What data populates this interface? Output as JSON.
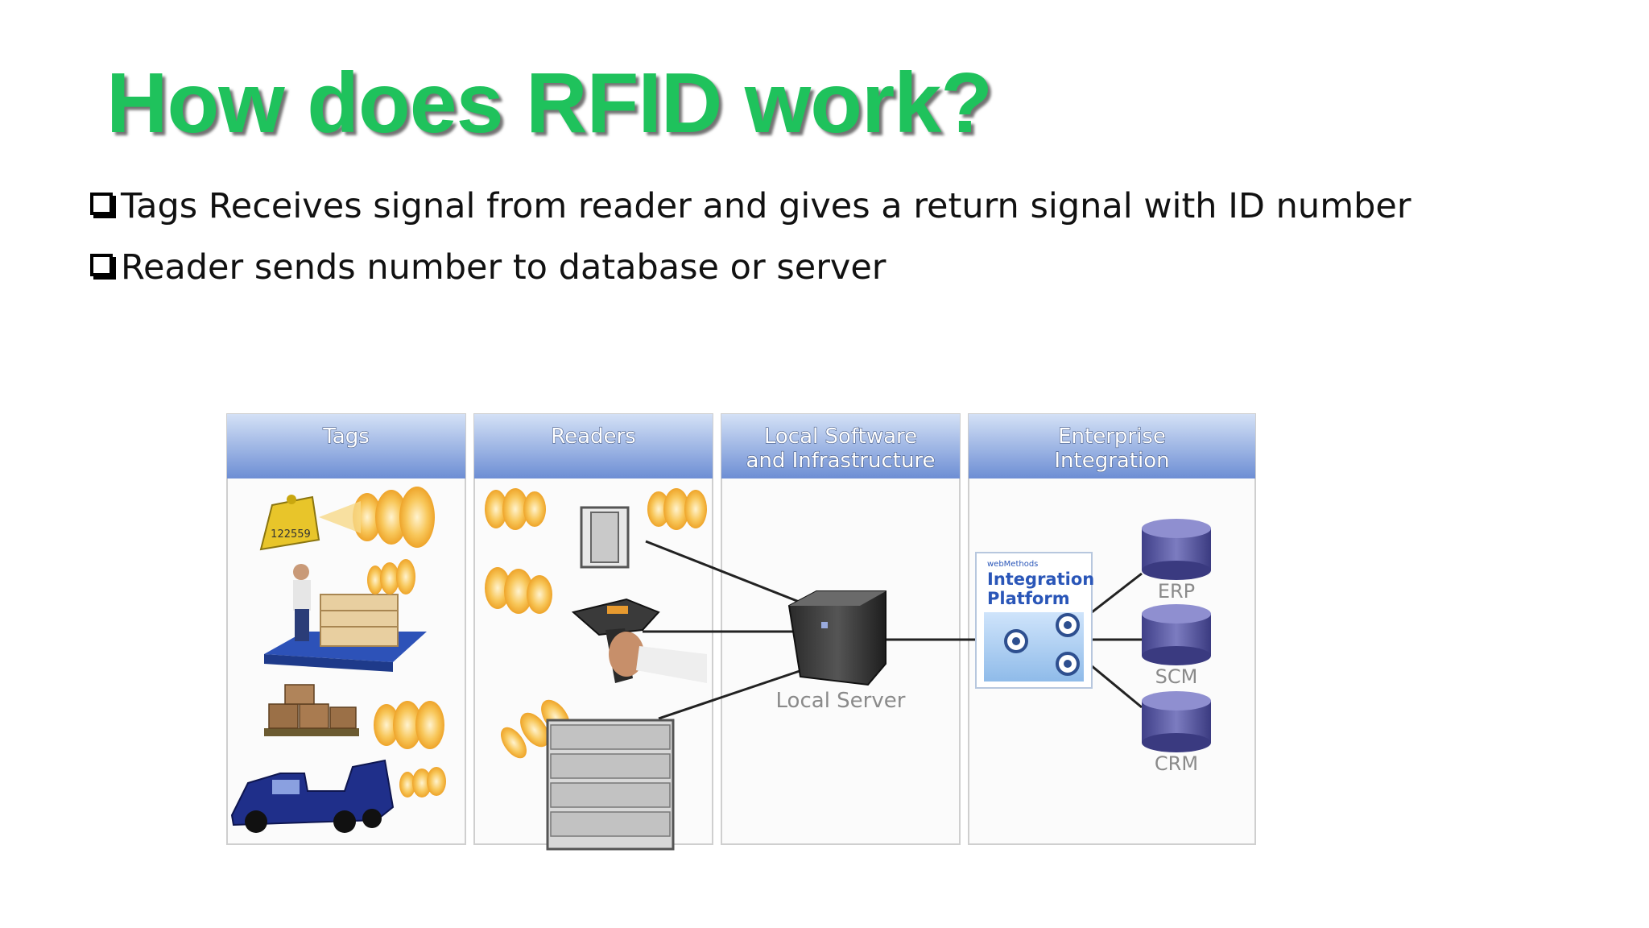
{
  "slide": {
    "title": "How does RFID work?",
    "bullets": [
      "Tags Receives signal from reader and gives a return signal with ID number",
      "Reader sends number to database or server"
    ]
  },
  "diagram": {
    "columns": [
      {
        "line1": "Tags",
        "line2": ""
      },
      {
        "line1": "Readers",
        "line2": ""
      },
      {
        "line1": "Local Software",
        "line2": "and Infrastructure"
      },
      {
        "line1": "Enterprise",
        "line2": "Integration"
      }
    ],
    "tag_number": "122559",
    "server_label": "Local Server",
    "platform": {
      "brand": "webMethods",
      "line1": "Integration",
      "line2": "Platform"
    },
    "systems": [
      "ERP",
      "SCM",
      "CRM"
    ],
    "colors": {
      "header_top": "#c9d8f2",
      "header_bottom": "#6f8fd3",
      "wave": "#f5b43a",
      "database": "#4a4a9a",
      "platform_text": "#2a56b8",
      "title_green": "#1fc25c"
    }
  }
}
